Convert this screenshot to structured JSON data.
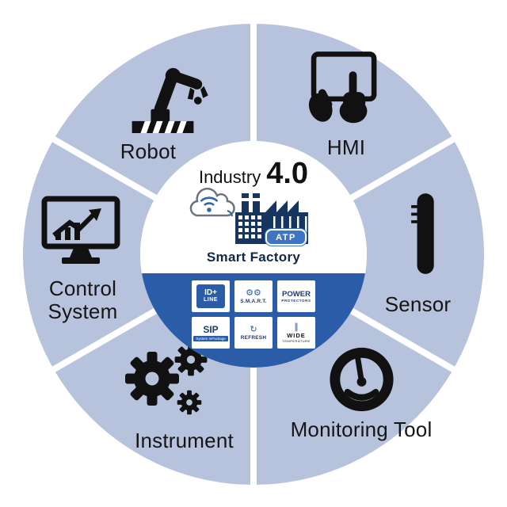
{
  "page": {
    "background": "#ffffff"
  },
  "wheel": {
    "ring_color": "#b7c2dc",
    "divider_color": "#ffffff",
    "segments": [
      {
        "label": "Robot",
        "icon": "robot-arm-icon"
      },
      {
        "label": "HMI",
        "icon": "hmi-touch-icon"
      },
      {
        "label": "Sensor",
        "icon": "sensor-icon"
      },
      {
        "label": "Monitoring Tool",
        "icon": "gauge-icon"
      },
      {
        "label": "Instrument",
        "icon": "gears-icon"
      },
      {
        "label": "Control System",
        "icon": "monitor-chart-icon"
      }
    ]
  },
  "center": {
    "title_word": "Industry",
    "title_version": "4.0",
    "factory_label": "ATP",
    "caption": "Smart Factory",
    "band_color": "#2a5ca8",
    "badge_blue": "#1d3c6e",
    "badges": [
      {
        "name": "id-line",
        "line1": "ID+",
        "line2": "LINE"
      },
      {
        "name": "smart",
        "icon_glyph": "⚙⚙",
        "label": "S.M.A.R.T."
      },
      {
        "name": "power-protectors",
        "line1": "POWER",
        "line2": "PROTECTORS"
      },
      {
        "name": "sip",
        "line1": "SIP",
        "line2": "System InPackage"
      },
      {
        "name": "refresh",
        "icon_glyph": "↻",
        "label": "REFRESH"
      },
      {
        "name": "wide-temperature",
        "icon_glyph": "∥",
        "line1": "WIDE",
        "line2": "TEMPERATURE"
      }
    ]
  }
}
